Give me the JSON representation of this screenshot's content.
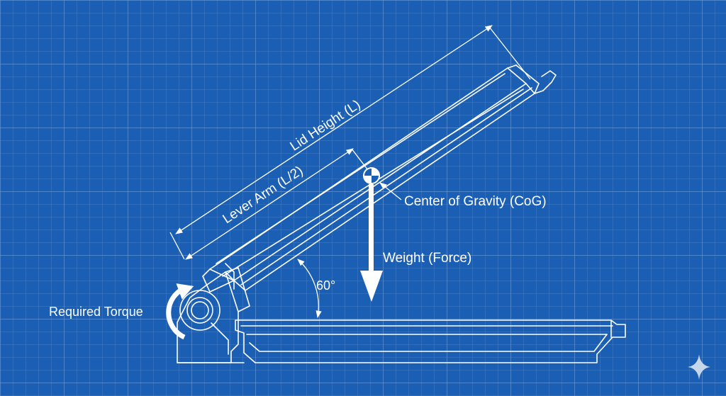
{
  "colors": {
    "background": "#1a5fb4",
    "grid_minor": "#4f86cc",
    "grid_major": "#6c9ad8",
    "line": "#ffffff"
  },
  "labels": {
    "lid_height": "Lid Height (L)",
    "lever_arm": "Lever Arm (L/2)",
    "center_of_gravity": "Center of Gravity (CoG)",
    "weight": "Weight (Force)",
    "angle": "60°",
    "required_torque": "Required Torque"
  },
  "icons": {
    "cog_marker": "center-of-gravity-symbol",
    "corner_logo": "sparkle-icon"
  },
  "angle_degrees": 60
}
